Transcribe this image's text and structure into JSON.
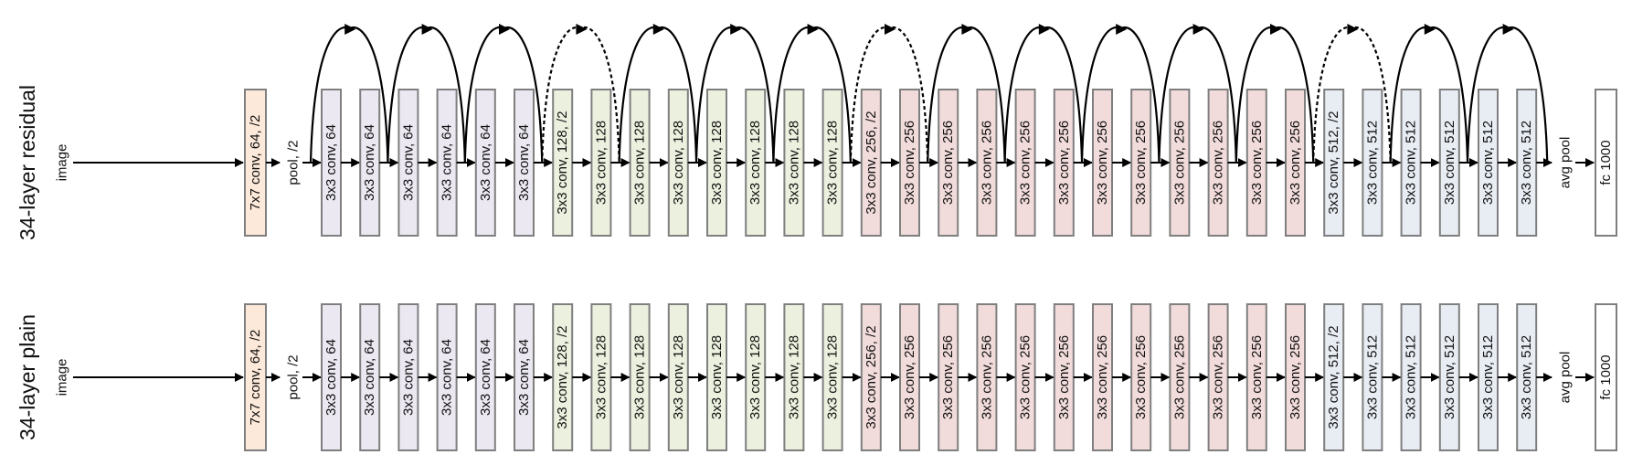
{
  "diagram": {
    "rows": [
      {
        "id": "residual",
        "title": "34-layer residual",
        "input_label": "image",
        "pool_label": "pool, /2",
        "avgpool_label": "avg pool",
        "fc_label": "fc 1000",
        "shortcuts": [
          {
            "from": 0,
            "to": 2,
            "style": "solid"
          },
          {
            "from": 2,
            "to": 4,
            "style": "solid"
          },
          {
            "from": 4,
            "to": 6,
            "style": "solid"
          },
          {
            "from": 6,
            "to": 8,
            "style": "dashed"
          },
          {
            "from": 8,
            "to": 10,
            "style": "solid"
          },
          {
            "from": 10,
            "to": 12,
            "style": "solid"
          },
          {
            "from": 12,
            "to": 14,
            "style": "solid"
          },
          {
            "from": 14,
            "to": 16,
            "style": "dashed"
          },
          {
            "from": 16,
            "to": 18,
            "style": "solid"
          },
          {
            "from": 18,
            "to": 20,
            "style": "solid"
          },
          {
            "from": 20,
            "to": 22,
            "style": "solid"
          },
          {
            "from": 22,
            "to": 24,
            "style": "solid"
          },
          {
            "from": 24,
            "to": 26,
            "style": "solid"
          },
          {
            "from": 26,
            "to": 28,
            "style": "dashed"
          },
          {
            "from": 28,
            "to": 30,
            "style": "solid"
          },
          {
            "from": 30,
            "to": 32,
            "style": "solid"
          }
        ]
      },
      {
        "id": "plain",
        "title": "34-layer plain",
        "input_label": "image",
        "pool_label": "pool, /2",
        "avgpool_label": "avg pool",
        "fc_label": "fc 1000",
        "shortcuts": []
      }
    ],
    "first_layer": {
      "label": "7x7 conv, 64, /2",
      "color": "#fde9d9"
    },
    "layers": [
      {
        "label": "3x3 conv, 64",
        "color": "#ebe8f2"
      },
      {
        "label": "3x3 conv, 64",
        "color": "#ebe8f2"
      },
      {
        "label": "3x3 conv, 64",
        "color": "#ebe8f2"
      },
      {
        "label": "3x3 conv, 64",
        "color": "#ebe8f2"
      },
      {
        "label": "3x3 conv, 64",
        "color": "#ebe8f2"
      },
      {
        "label": "3x3 conv, 64",
        "color": "#ebe8f2"
      },
      {
        "label": "3x3 conv, 128, /2",
        "color": "#ebf1de"
      },
      {
        "label": "3x3 conv, 128",
        "color": "#ebf1de"
      },
      {
        "label": "3x3 conv, 128",
        "color": "#ebf1de"
      },
      {
        "label": "3x3 conv, 128",
        "color": "#ebf1de"
      },
      {
        "label": "3x3 conv, 128",
        "color": "#ebf1de"
      },
      {
        "label": "3x3 conv, 128",
        "color": "#ebf1de"
      },
      {
        "label": "3x3 conv, 128",
        "color": "#ebf1de"
      },
      {
        "label": "3x3 conv, 128",
        "color": "#ebf1de"
      },
      {
        "label": "3x3 conv, 256, /2",
        "color": "#f2dcdb"
      },
      {
        "label": "3x3 conv, 256",
        "color": "#f2dcdb"
      },
      {
        "label": "3x3 conv, 256",
        "color": "#f2dcdb"
      },
      {
        "label": "3x3 conv, 256",
        "color": "#f2dcdb"
      },
      {
        "label": "3x3 conv, 256",
        "color": "#f2dcdb"
      },
      {
        "label": "3x3 conv, 256",
        "color": "#f2dcdb"
      },
      {
        "label": "3x3 conv, 256",
        "color": "#f2dcdb"
      },
      {
        "label": "3x3 conv, 256",
        "color": "#f2dcdb"
      },
      {
        "label": "3x3 conv, 256",
        "color": "#f2dcdb"
      },
      {
        "label": "3x3 conv, 256",
        "color": "#f2dcdb"
      },
      {
        "label": "3x3 conv, 256",
        "color": "#f2dcdb"
      },
      {
        "label": "3x3 conv, 256",
        "color": "#f2dcdb"
      },
      {
        "label": "3x3 conv, 512, /2",
        "color": "#e8edf4"
      },
      {
        "label": "3x3 conv, 512",
        "color": "#e8edf4"
      },
      {
        "label": "3x3 conv, 512",
        "color": "#e8edf4"
      },
      {
        "label": "3x3 conv, 512",
        "color": "#e8edf4"
      },
      {
        "label": "3x3 conv, 512",
        "color": "#e8edf4"
      },
      {
        "label": "3x3 conv, 512",
        "color": "#e8edf4"
      }
    ],
    "fc_color": "#ffffff",
    "box_stroke": "#7f7f7f",
    "arrow_color": "#000000"
  }
}
